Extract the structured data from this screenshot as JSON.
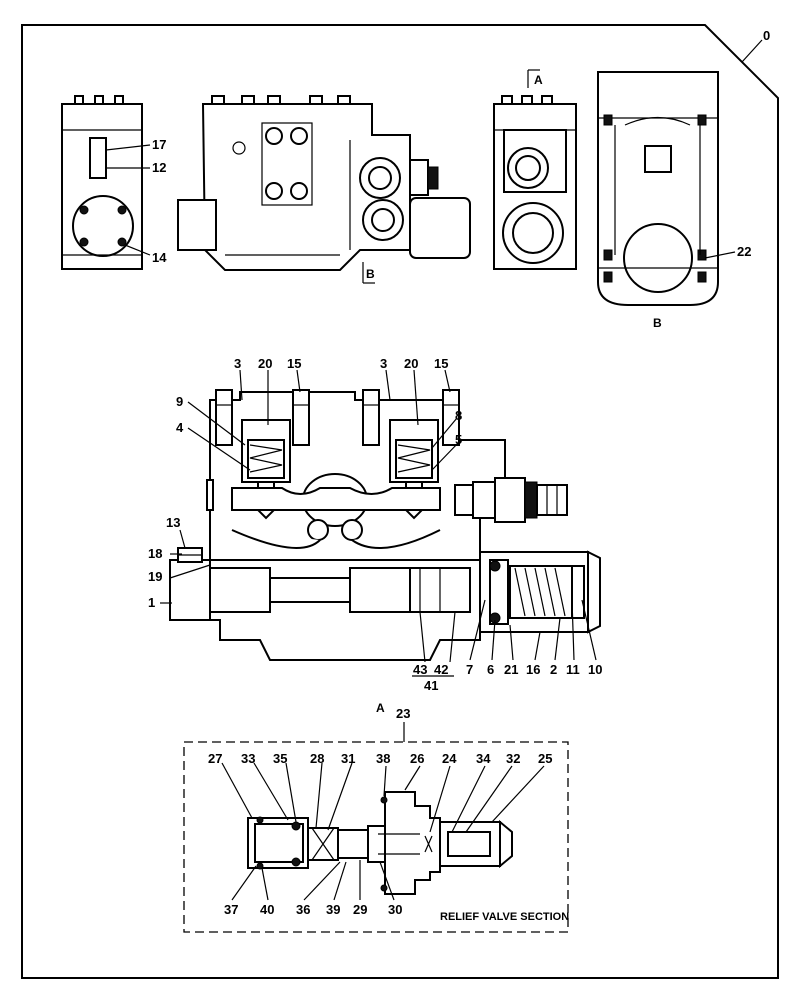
{
  "sheet": {
    "corner_label": "0",
    "view_a_label": "A",
    "view_b_label": "B",
    "arrow_a": "A",
    "arrow_b": "B"
  },
  "relief_valve": {
    "title": "RELIEF VALVE SECTION",
    "group": "23"
  },
  "callouts": {
    "top_left": [
      "17",
      "12",
      "14"
    ],
    "right_view": [
      "22"
    ],
    "section_top": [
      "3",
      "20",
      "15",
      "3",
      "20",
      "15"
    ],
    "section_left": [
      "9",
      "4",
      "8",
      "5",
      "13",
      "18",
      "19",
      "1"
    ],
    "section_bottom": [
      "43",
      "42",
      "41",
      "7",
      "6",
      "21",
      "16",
      "2",
      "11",
      "10"
    ],
    "relief_top": [
      "27",
      "33",
      "35",
      "28",
      "31",
      "38",
      "26",
      "24",
      "34",
      "32",
      "25"
    ],
    "relief_bottom": [
      "37",
      "40",
      "36",
      "39",
      "29",
      "30"
    ]
  }
}
